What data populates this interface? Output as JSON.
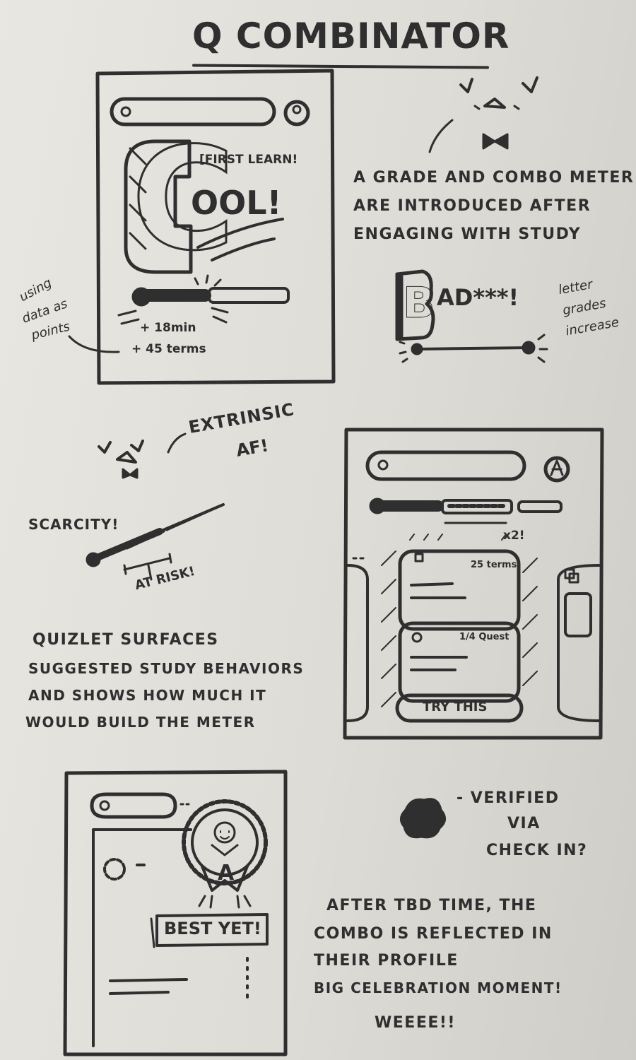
{
  "title": "Q COMBINATOR",
  "panel1": {
    "big_letter": "C",
    "word_rest": "OOL!",
    "tag": "[FIRST LEARN!",
    "stat1": "+ 18min",
    "stat2": "+ 45 terms",
    "side_note": [
      "using",
      "data as",
      "points"
    ]
  },
  "note1": {
    "lines": [
      "A GRADE AND COMBO METER",
      "ARE INTRODUCED AFTER",
      "ENGAGING WITH STUDY"
    ]
  },
  "bad_example": {
    "letter": "B",
    "rest": "AD***!",
    "side_note": [
      "letter",
      "grades",
      "increase"
    ]
  },
  "extrinsic": {
    "label": [
      "EXTRINSIC",
      "AF!"
    ],
    "scarcity": "SCARCITY!",
    "at_risk": "AT RISK!"
  },
  "panel2": {
    "multiplier": "x2!",
    "card1_badge": "25 terms",
    "card2_badge": "1/4 Quest",
    "cta": "TRY THIS"
  },
  "note2": {
    "lines": [
      "QUIZLET SURFACES",
      "SUGGESTED STUDY BEHAVIORS",
      "AND SHOWS HOW MUCH IT",
      "WOULD BUILD THE METER"
    ]
  },
  "panel3": {
    "badge_letter": "A",
    "speech": "BEST YET!"
  },
  "verified": {
    "lines": [
      "- VERIFIED",
      "VIA",
      "CHECK IN?"
    ]
  },
  "note3": {
    "lines": [
      "AFTER TBD TIME, THE",
      "COMBO IS REFLECTED IN",
      "THEIR PROFILE",
      "BIG CELEBRATION MOMENT!",
      "WEEEE!!"
    ]
  }
}
